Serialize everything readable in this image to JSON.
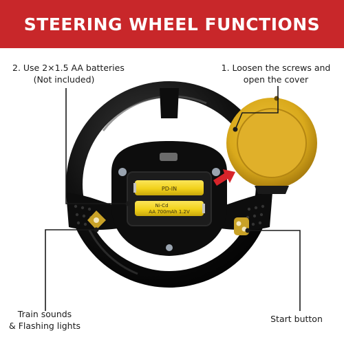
{
  "header": {
    "title": "STEERING WHEEL FUNCTIONS"
  },
  "callouts": {
    "batteries": {
      "line1": "2. Use 2×1.5 AA batteries",
      "line2": "(Not included)"
    },
    "screws": {
      "line1": "1. Loosen the screws and",
      "line2": "open the cover"
    },
    "train": {
      "line1": "Train sounds",
      "line2": "& Flashing lights"
    },
    "start": {
      "line1": "Start button"
    }
  },
  "battery_labels": {
    "model": "PD-IN",
    "type": "Ni-Cd",
    "spec": "AA 700mAh 1.2V"
  },
  "colors": {
    "banner": "#c8272a",
    "wheel": "#0d0d0d",
    "battery": "#f2d21b",
    "cover": "#d9a91c",
    "arrow": "#d7242a"
  }
}
